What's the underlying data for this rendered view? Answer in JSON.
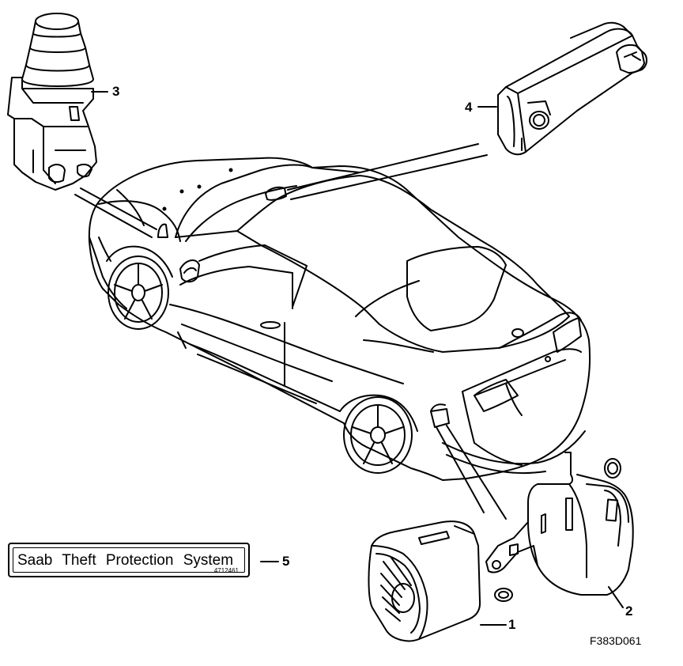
{
  "callouts": {
    "c1": "1",
    "c2": "2",
    "c3": "3",
    "c4": "4",
    "c5": "5"
  },
  "label": {
    "title": "Saab Theft Protection System",
    "code": "4712461"
  },
  "figure_id": "F383D061"
}
